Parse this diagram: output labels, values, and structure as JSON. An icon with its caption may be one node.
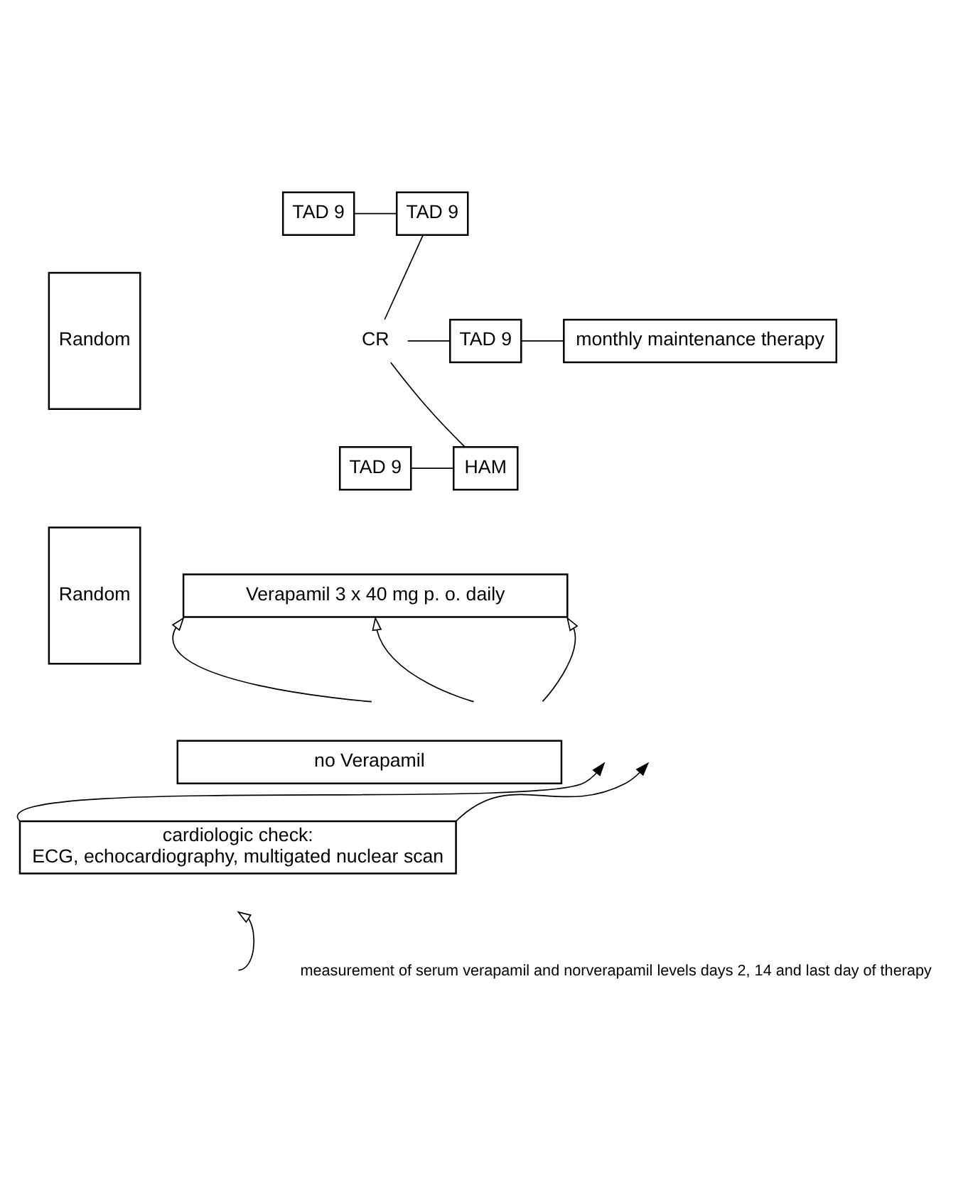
{
  "diagram": {
    "nodes": [
      {
        "text": [
          "Random"
        ]
      },
      {
        "text": [
          "TAD 9"
        ]
      },
      {
        "text": [
          "TAD 9"
        ]
      },
      {
        "text": [
          "TAD 9"
        ]
      },
      {
        "text": [
          "HAM"
        ]
      },
      {
        "text": [
          "CR"
        ]
      },
      {
        "text": [
          "TAD 9"
        ]
      },
      {
        "text": [
          "monthly maintenance therapy"
        ]
      },
      {
        "text": [
          "Random"
        ]
      },
      {
        "text": [
          "Verapamil 3 x 40 mg p. o. daily"
        ]
      },
      {
        "text": [
          "no Verapamil"
        ]
      },
      {
        "text": [
          "cardiologic check:",
          "ECG, echocardiography, multigated nuclear scan"
        ]
      }
    ],
    "edges": [
      {
        "from": 1,
        "to": 2,
        "arrow": "none"
      },
      {
        "from": 3,
        "to": 4,
        "arrow": "none"
      },
      {
        "from": 2,
        "to": 5,
        "arrow": "none"
      },
      {
        "from": 4,
        "to": 5,
        "arrow": "none"
      },
      {
        "from": 5,
        "to": 6,
        "arrow": "none"
      },
      {
        "from": 6,
        "to": 7,
        "arrow": "none"
      },
      {
        "from": null,
        "to": 9,
        "arrow": "to"
      },
      {
        "from": null,
        "to": 9,
        "arrow": "to"
      },
      {
        "from": null,
        "to": 9,
        "arrow": "to"
      },
      {
        "from": 11,
        "to": null,
        "arrow": "to"
      },
      {
        "from": 11,
        "to": null,
        "arrow": "to"
      }
    ],
    "legend": [
      {
        "text": "measurement of serum verapamil and norverapamil levels days 2, 14 and last day of therapy"
      }
    ]
  }
}
